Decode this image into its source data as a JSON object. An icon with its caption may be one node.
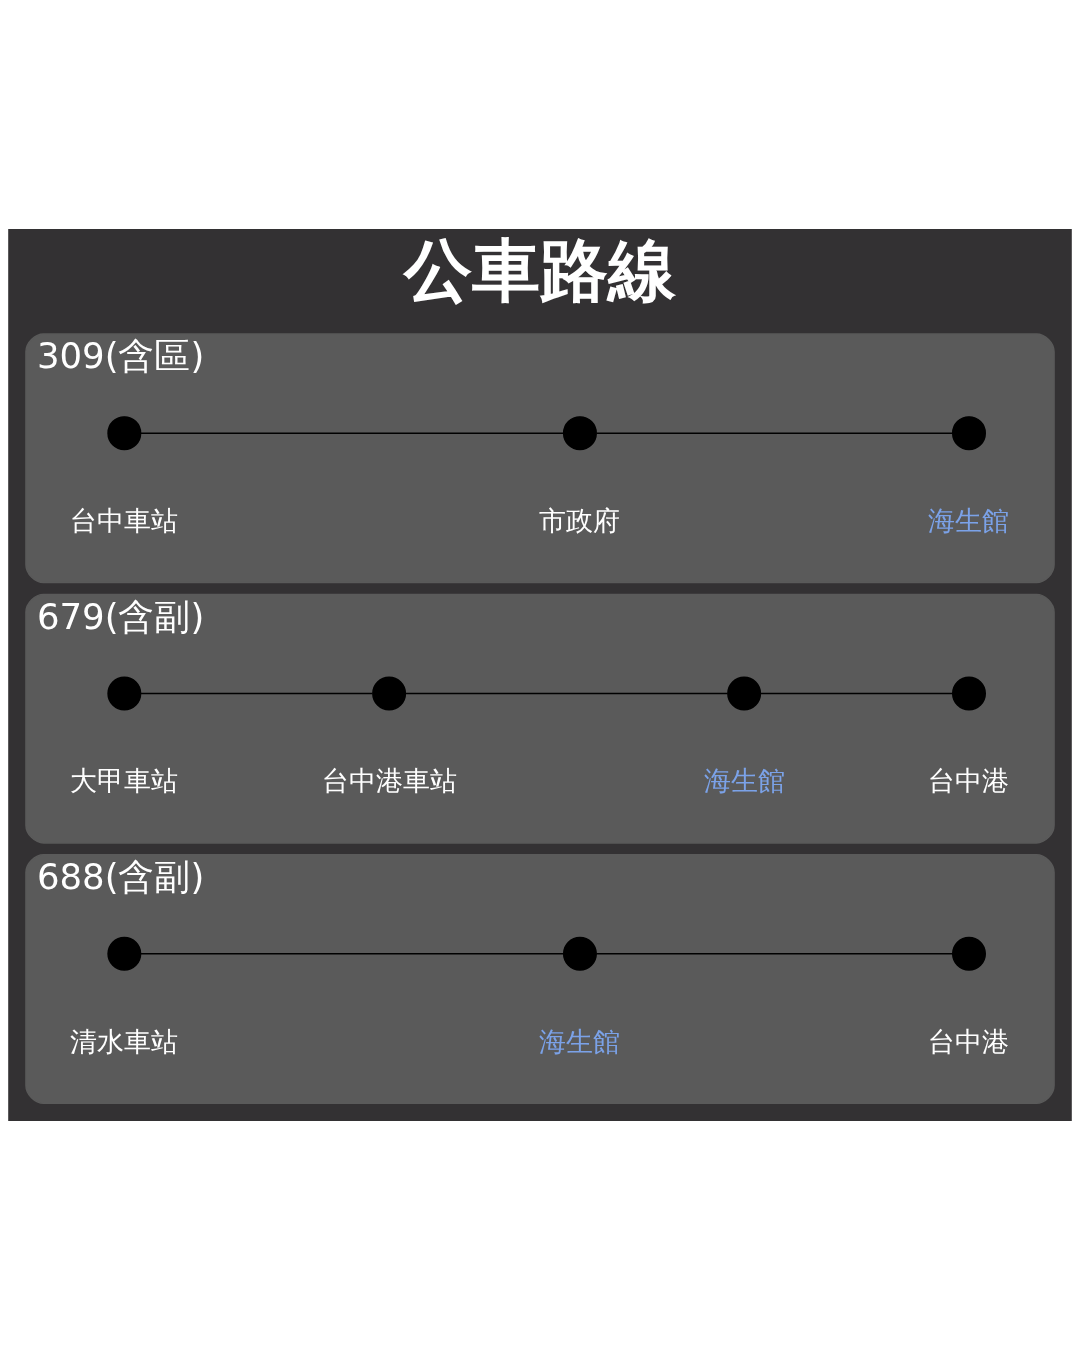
{
  "diagram": {
    "title": "公車路線",
    "nodes": [
      {
        "text": [
          "309(含區)"
        ]
      },
      {
        "text": [],
        "shape": "circle",
        "beside": [
          "台中車站"
        ],
        "in": 0
      },
      {
        "text": [],
        "shape": "circle",
        "beside": [
          "市政府"
        ],
        "in": 0
      },
      {
        "text": [],
        "shape": "circle",
        "beside": [
          "海生館"
        ],
        "in": 0
      },
      {
        "text": [
          "679(含副)"
        ]
      },
      {
        "text": [],
        "shape": "circle",
        "beside": [
          "大甲車站"
        ],
        "in": 4
      },
      {
        "text": [],
        "shape": "circle",
        "beside": [
          "台中港車站"
        ],
        "in": 4
      },
      {
        "text": [],
        "shape": "circle",
        "beside": [
          "海生館"
        ],
        "in": 4
      },
      {
        "text": [],
        "shape": "circle",
        "beside": [
          "台中港"
        ],
        "in": 4
      },
      {
        "text": [
          "688(含副)"
        ]
      },
      {
        "text": [],
        "shape": "circle",
        "beside": [
          "清水車站"
        ],
        "in": 9
      },
      {
        "text": [],
        "shape": "circle",
        "beside": [
          "海生館"
        ],
        "in": 9
      },
      {
        "text": [],
        "shape": "circle",
        "beside": [
          "台中港"
        ],
        "in": 9
      }
    ],
    "edges": [
      {
        "from": 1,
        "to": 2,
        "arrow": "none"
      },
      {
        "from": 2,
        "to": 3,
        "arrow": "none"
      },
      {
        "from": 5,
        "to": 6,
        "arrow": "none"
      },
      {
        "from": 6,
        "to": 7,
        "arrow": "none"
      },
      {
        "from": 7,
        "to": 8,
        "arrow": "none"
      },
      {
        "from": 10,
        "to": 11,
        "arrow": "none"
      },
      {
        "from": 11,
        "to": 12,
        "arrow": "none"
      }
    ]
  }
}
